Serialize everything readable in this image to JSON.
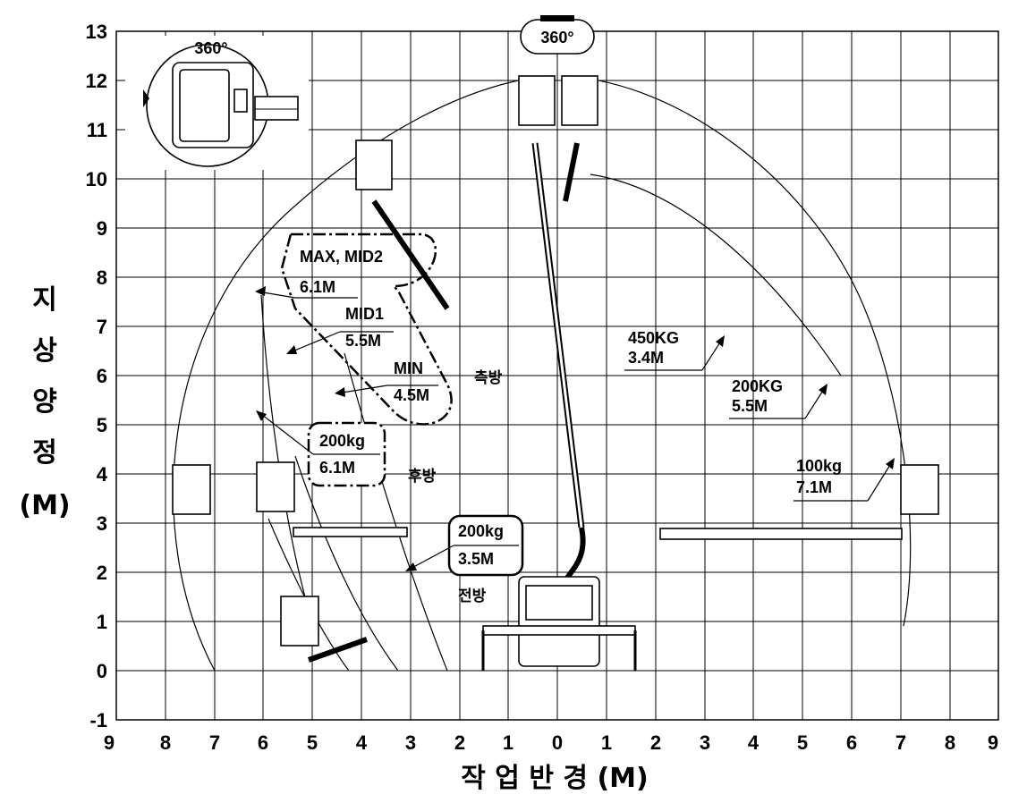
{
  "axes": {
    "x_title": "작 업 반 경 (M)",
    "y_title_chars": [
      "지",
      "상",
      "양",
      "정",
      "(M)"
    ],
    "x_ticks": [
      "9",
      "8",
      "7",
      "6",
      "5",
      "4",
      "3",
      "2",
      "1",
      "0",
      "1",
      "2",
      "3",
      "4",
      "5",
      "6",
      "7",
      "8",
      "9"
    ],
    "y_ticks": [
      "13",
      "12",
      "11",
      "10",
      "9",
      "8",
      "7",
      "6",
      "5",
      "4",
      "3",
      "2",
      "1",
      "0",
      "-1"
    ]
  },
  "rotation": {
    "top": "360°",
    "inset": "360°"
  },
  "rear_capacities": {
    "max_mid2": {
      "mode": "MAX, MID2",
      "reach": "6.1M"
    },
    "mid1": {
      "mode": "MID1",
      "reach": "5.5M"
    },
    "min": {
      "mode": "MIN",
      "reach": "4.5M"
    },
    "rear_box": {
      "load": "200kg",
      "reach": "6.1M"
    },
    "front_box": {
      "load": "200kg",
      "reach": "3.5M"
    }
  },
  "zone_labels": {
    "side": "측방",
    "rear": "후방",
    "front": "전방"
  },
  "right_capacities": {
    "c450": {
      "load": "450KG",
      "reach": "3.4M"
    },
    "c200": {
      "load": "200KG",
      "reach": "5.5M"
    },
    "c100": {
      "load": "100kg",
      "reach": "7.1M"
    }
  }
}
